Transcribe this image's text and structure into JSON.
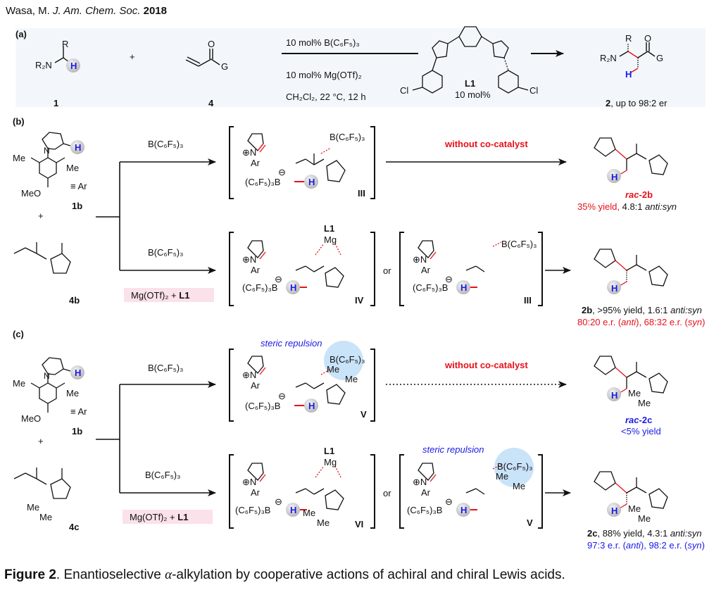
{
  "header": {
    "authors": "Wasa, M.",
    "journal": "J. Am. Chem. Soc.",
    "year": "2018"
  },
  "panel_a": {
    "label": "(a)",
    "reactant1": {
      "label": "1",
      "R": "R",
      "R2N": "R₂N",
      "H": "H"
    },
    "plus": "+",
    "reactant2": {
      "label": "4",
      "O": "O",
      "G": "G"
    },
    "conditions": {
      "catalyst1": "10 mol%   B(C₆F₅)₃",
      "catalyst2": "10 mol%   Mg(OTf)₂",
      "solvent": "CH₂Cl₂, 22 °C, 12 h"
    },
    "ligand": {
      "label": "L1",
      "loading": "10 mol%",
      "Cl": "Cl"
    },
    "product": {
      "label": "2",
      "note": ", up to 98:2 er",
      "R": "R",
      "R2N": "R₂N",
      "O": "O",
      "G": "G",
      "H": "H"
    }
  },
  "panel_b": {
    "label": "(b)",
    "substrate": {
      "label": "1b",
      "ar_def": "≡ Ar",
      "Me": "Me",
      "MeO": "MeO",
      "N": "N",
      "H": "H"
    },
    "plus": "+",
    "acceptor": {
      "label": "4b"
    },
    "top_reagent": "B(C₆F₅)₃",
    "bottom_reagent": "B(C₆F₅)₃",
    "additive": "Mg(OTf)₂  +  ",
    "additive_bold": "L1",
    "intermediate_top": {
      "label": "III",
      "borane": "B(C₆F₅)₃",
      "hydride": "(C₆F₅)₃B",
      "Ar": "Ar"
    },
    "without": "without co-catalyst",
    "product_rac": {
      "label_prefix": "rac",
      "label_suffix": "-2b",
      "yield": "35% yield,",
      "dr": " 4.8:1 ",
      "anti_syn": "anti:syn"
    },
    "intermediate_mg": {
      "label": "IV",
      "L1": "L1",
      "Mg": "Mg"
    },
    "or": "or",
    "intermediate_alt": {
      "label": "III"
    },
    "product": {
      "label": "2b",
      "line1": ", >95% yield, 1.6:1 ",
      "anti_syn": "anti:syn",
      "er_anti": "80:20 e.r. (",
      "anti": "anti",
      "er_syn": "), 68:32 e.r. (",
      "syn": "syn",
      "close": ")"
    }
  },
  "panel_c": {
    "label": "(c)",
    "substrate": {
      "label": "1b",
      "ar_def": "≡ Ar"
    },
    "plus": "+",
    "acceptor": {
      "label": "4c"
    },
    "top_reagent": "B(C₆F₅)₃",
    "bottom_reagent": "B(C₆F₅)₃",
    "additive": "Mg(OTf)₂  +  ",
    "additive_bold": "L1",
    "steric": "steric repulsion",
    "intermediate_top": {
      "label": "V"
    },
    "without": "without co-catalyst",
    "product_rac": {
      "label_prefix": "rac",
      "label_suffix": "-2c",
      "yield": "<5% yield"
    },
    "intermediate_mg": {
      "label": "VI",
      "L1": "L1",
      "Mg": "Mg"
    },
    "or": "or",
    "intermediate_alt": {
      "label": "V"
    },
    "product": {
      "label": "2c",
      "line1": ", 88% yield, 4.3:1 ",
      "anti_syn": "anti:syn",
      "er_anti": "97:3 e.r. (",
      "anti": "anti",
      "er_syn": "), 98:2 e.r. (",
      "syn": "syn",
      "close": ")"
    }
  },
  "caption": {
    "bold": "Figure 2",
    "text_pre": ". Enantioselective ",
    "alpha": "α",
    "text_post": "-alkylation by cooperative actions of achiral and chiral Lewis acids."
  },
  "colors": {
    "red": "#e8101a",
    "blue": "#1a1ae6",
    "panel_bg": "#f3f7fb",
    "pink": "#fbe1ea",
    "steric_circle": "#bcdcf7"
  }
}
